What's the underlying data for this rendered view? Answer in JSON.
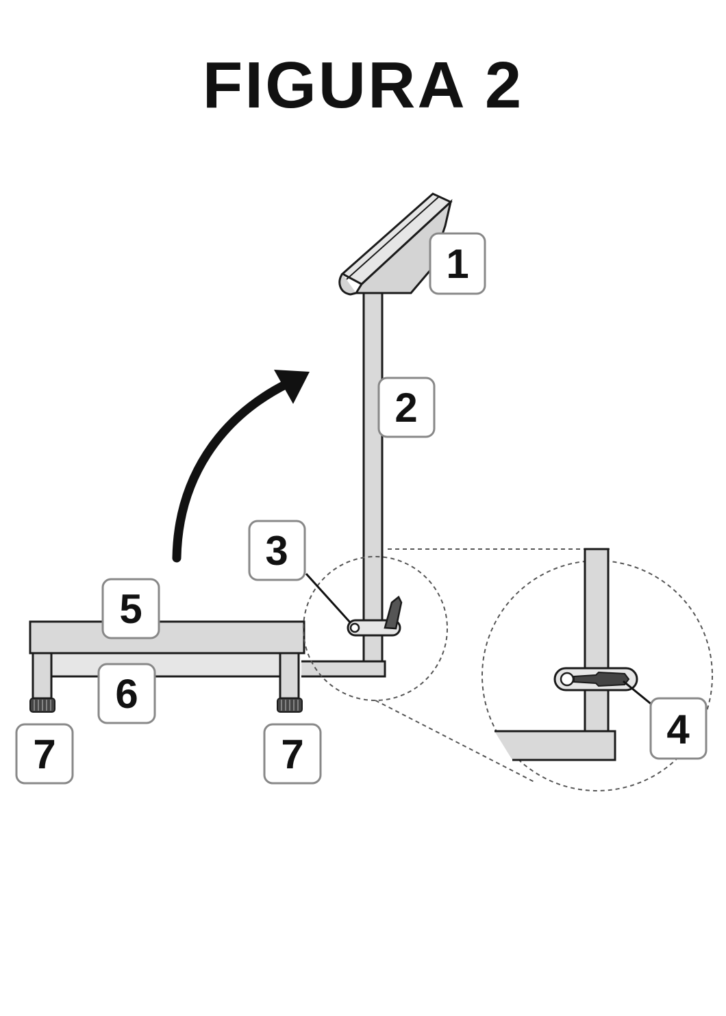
{
  "title": "FIGURA 2",
  "colors": {
    "part_fill": "#d9d9d9",
    "outline": "#1a1a1a",
    "background": "#ffffff"
  },
  "callouts": [
    {
      "id": "1",
      "text": "1"
    },
    {
      "id": "2",
      "text": "2"
    },
    {
      "id": "3",
      "text": "3"
    },
    {
      "id": "4",
      "text": "4"
    },
    {
      "id": "5",
      "text": "5"
    },
    {
      "id": "6",
      "text": "6"
    },
    {
      "id": "7a",
      "text": "7"
    },
    {
      "id": "7b",
      "text": "7"
    }
  ]
}
